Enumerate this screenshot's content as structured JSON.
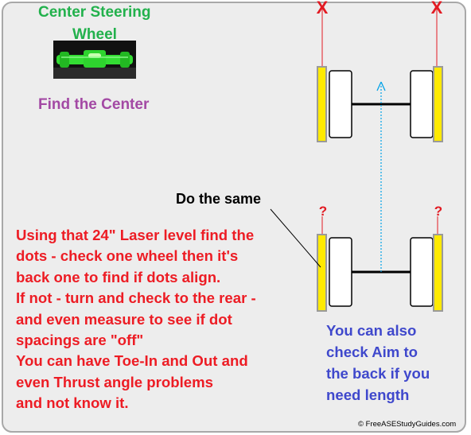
{
  "heading": {
    "line1": "Center Steering",
    "line2": "Wheel"
  },
  "find_label": "Find the Center",
  "do_same_label": "Do the same",
  "question_mark": "?",
  "x_mark": "X",
  "instructions": [
    "Using that 24\" Laser level find the",
    "dots - check one wheel then it's",
    "back one to find if dots align.",
    "If not - turn and check to the rear -",
    "and even measure to see if dot",
    "spacings are \"off\"",
    "You can have Toe-In and Out and",
    "even Thrust angle problems",
    "and not know it."
  ],
  "also_note": [
    "You can also",
    "check Aim to",
    "the back if you",
    "need length"
  ],
  "credit": "© FreeASEStudyGuides.com",
  "colors": {
    "heading": "#22b14c",
    "find": "#a349a4",
    "instructions": "#ed1c24",
    "also_note": "#3f48cc",
    "marker": "#e21b23",
    "laser_strip": "#ffea00",
    "laser_line": "#00a2e8"
  },
  "icons": [
    "level-tool-icon",
    "x-mark-icon",
    "question-mark-icon",
    "aim-arrow-icon"
  ]
}
